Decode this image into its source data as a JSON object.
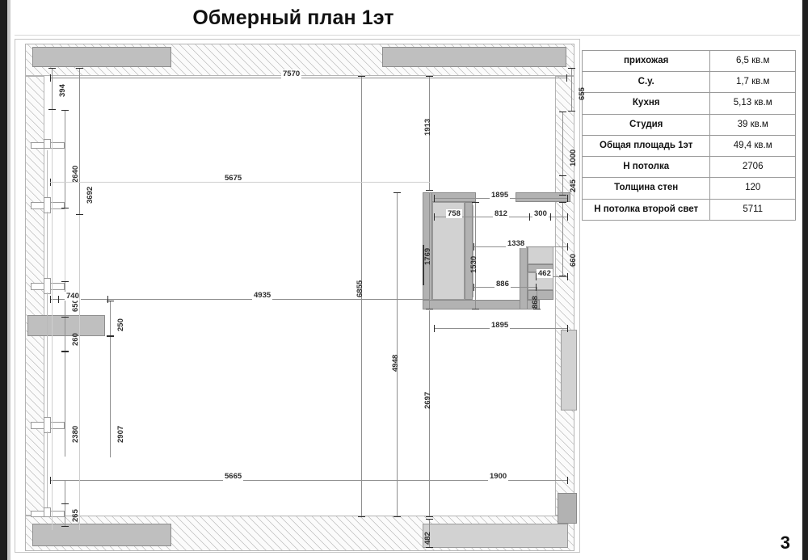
{
  "document": {
    "title": "Обмерный план 1эт",
    "page_number": "3"
  },
  "spec_table": {
    "rows": [
      {
        "key": "прихожая",
        "value": "6,5 кв.м"
      },
      {
        "key": "С.у.",
        "value": "1,7 кв.м"
      },
      {
        "key": "Кухня",
        "value": "5,13 кв.м"
      },
      {
        "key": "Студия",
        "value": "39 кв.м"
      },
      {
        "key": "Общая площадь 1эт",
        "value": "49,4 кв.м"
      },
      {
        "key": "Н потолка",
        "value": "2706"
      },
      {
        "key": "Толщина стен",
        "value": "120"
      },
      {
        "key": "Н потолка второй свет",
        "value": "5711"
      }
    ]
  },
  "plan": {
    "dimensions": {
      "d394": "394",
      "d2640": "2640",
      "d3692": "3692",
      "d650": "650",
      "d740": "740",
      "d250": "250",
      "d260": "260",
      "d2380": "2380",
      "d2907": "2907",
      "d265": "265",
      "d7570": "7570",
      "d5675": "5675",
      "d4935": "4935",
      "d5665": "5665",
      "d1913": "1913",
      "d6855": "6855",
      "d1769": "1769",
      "d4948": "4948",
      "d2697": "2697",
      "d655": "655",
      "d1000": "1000",
      "d245": "245",
      "d1895_top": "1895",
      "d758": "758",
      "d812": "812",
      "d300": "300",
      "d1338": "1338",
      "d660": "660",
      "d1530": "1530",
      "d462": "462",
      "d886": "886",
      "d868": "868",
      "d1895_bottom": "1895",
      "d1900": "1900",
      "d482": "482"
    }
  }
}
